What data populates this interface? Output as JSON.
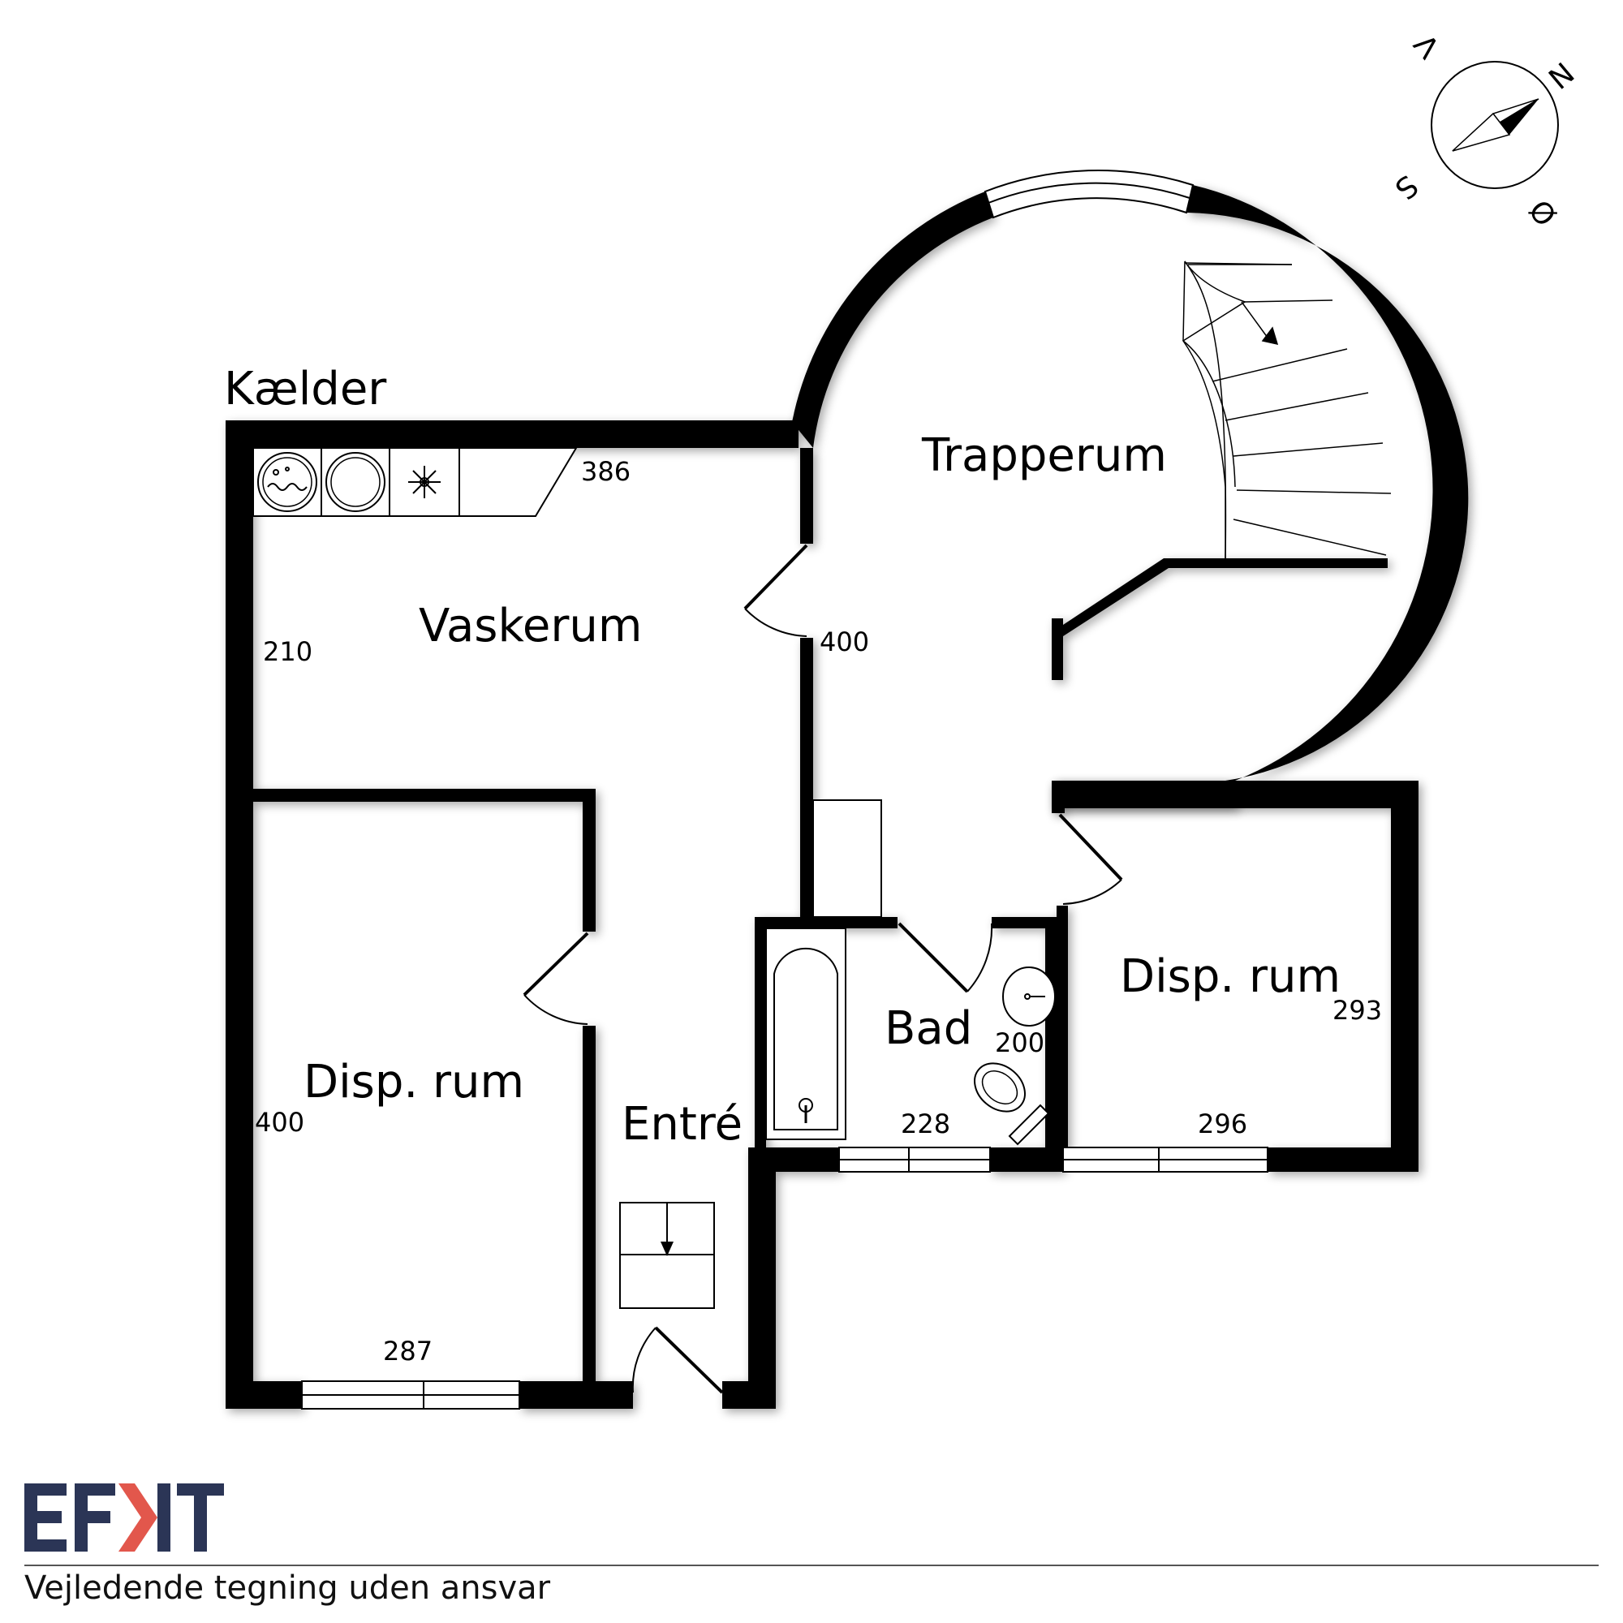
{
  "floor_title": "Kælder",
  "rooms": {
    "vaskerum": "Vaskerum",
    "trapperum": "Trapperum",
    "disp_rum_left": "Disp. rum",
    "disp_rum_right": "Disp. rum",
    "bad": "Bad",
    "entre": "Entré"
  },
  "dimensions": {
    "vaskerum_width": "386",
    "vaskerum_depth": "210",
    "trapperum": "400",
    "disp_left_depth": "400",
    "disp_left_width": "287",
    "bad_width": "228",
    "bad_depth": "200",
    "disp_right_depth": "293",
    "disp_right_width": "296"
  },
  "compass": {
    "north": "N",
    "east": "Ø",
    "south": "S",
    "west": "V"
  },
  "logo": {
    "text": "EFKIT",
    "color_dark": "#2b3556",
    "color_accent": "#e2574c"
  },
  "footer": {
    "disclaimer": "Vejledende tegning uden ansvar"
  }
}
